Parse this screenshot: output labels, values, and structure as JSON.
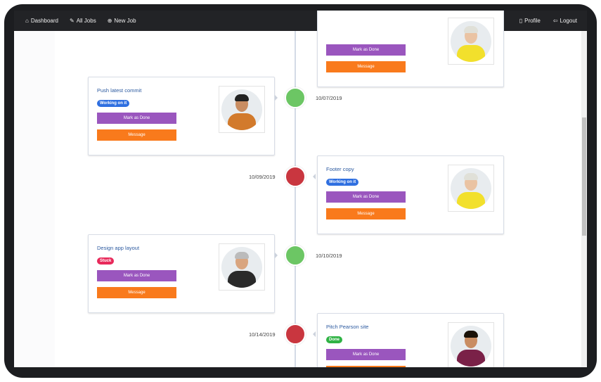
{
  "nav": {
    "left": [
      {
        "label": "Dashboard",
        "icon": "home-icon"
      },
      {
        "label": "All Jobs",
        "icon": "pencil-icon"
      },
      {
        "label": "New Job",
        "icon": "plus-circle-icon"
      }
    ],
    "right": [
      {
        "label": "Profile",
        "icon": "document-icon"
      },
      {
        "label": "Logout",
        "icon": "logout-icon"
      }
    ]
  },
  "buttons": {
    "done": "Mark as Done",
    "message": "Message"
  },
  "colors": {
    "done": "#9a56be",
    "message": "#f97a1c",
    "working": "#2f6fe0",
    "stuck": "#e8295a",
    "complete": "#2fb344",
    "green": "#6cc664",
    "red": "#c9363f"
  },
  "jobs": [
    {
      "title": "Push latest commit",
      "status": "Working on it",
      "date": "10/07/2019",
      "dot": "green"
    },
    {
      "title": "Footer copy",
      "status": "Working on it",
      "date": "10/09/2019",
      "dot": "red"
    },
    {
      "title": "Design app layout",
      "status": "Stuck",
      "date": "10/10/2019",
      "dot": "green"
    },
    {
      "title": "Pitch Pearson site",
      "status": "Done",
      "date": "10/14/2019",
      "dot": "red"
    }
  ]
}
